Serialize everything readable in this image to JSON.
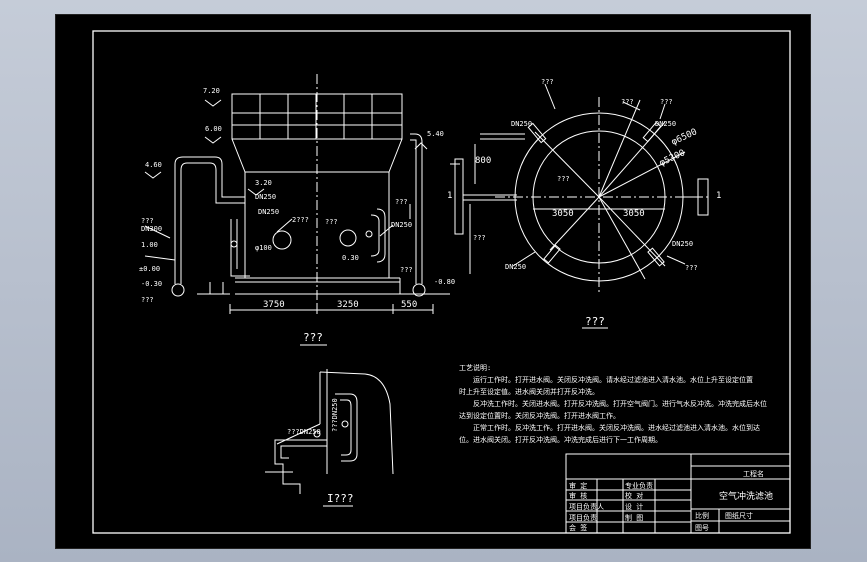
{
  "views": {
    "front": {
      "title": "???",
      "levels": [
        "7.20",
        "6.00",
        "4.60",
        "3.20",
        "1.00",
        "±0.00",
        "-0.30",
        "5.40",
        "-0.80"
      ],
      "labels": [
        "???",
        "DN300",
        "???",
        "DN250",
        "DN250",
        "2???",
        "φ100",
        "???",
        "0.30",
        "DN250",
        "???",
        "???"
      ],
      "dimensions": [
        "3750",
        "3250",
        "550"
      ]
    },
    "plan": {
      "title": "???",
      "labels": [
        "???",
        "???",
        "DN250",
        "DN250",
        "???",
        "DN250",
        "DN250",
        "???",
        "???",
        "???"
      ],
      "dimensions": [
        "800",
        "3050",
        "3050",
        "φ6500",
        "φ5300"
      ],
      "section_marks": [
        "1",
        "1"
      ]
    },
    "section": {
      "title": "I???",
      "labels": [
        "???DN250",
        "???DN250"
      ]
    }
  },
  "notes": {
    "title": "工艺说明:",
    "lines": [
      "运行工作时。打开进水阀。关闭反冲洗阀。请水经过滤池进入清水池。水位上升至设定位置",
      "时上升至设定值。进水阀关闭并打开反冲洗。",
      "反冲洗工作时。关闭进水阀。打开反冲洗阀。打开空气阀门。进行气水反冲洗。冲洗完成后水位",
      "达到设定位置时。关闭反冲洗阀。打开进水阀工作。",
      "正常工作时。反冲洗工作。打开进水阀。关闭反冲洗阀。进水经过滤池进入清水池。水位到达",
      "位。进水阀关闭。打开反冲洗阀。冲洗完成后进行下一工作周期。"
    ]
  },
  "title_block": {
    "project": "工程名",
    "drawing_name": "空气冲洗滤池",
    "rows": [
      [
        "审 定",
        "专业负责"
      ],
      [
        "审 核",
        "校 对"
      ],
      [
        "项目负责人",
        "设 计"
      ],
      [
        "项目负责",
        "制 图"
      ],
      [
        "会 签",
        ""
      ]
    ],
    "scale_label": "比例",
    "scale_value": "图纸尺寸",
    "number_label": "图号"
  }
}
